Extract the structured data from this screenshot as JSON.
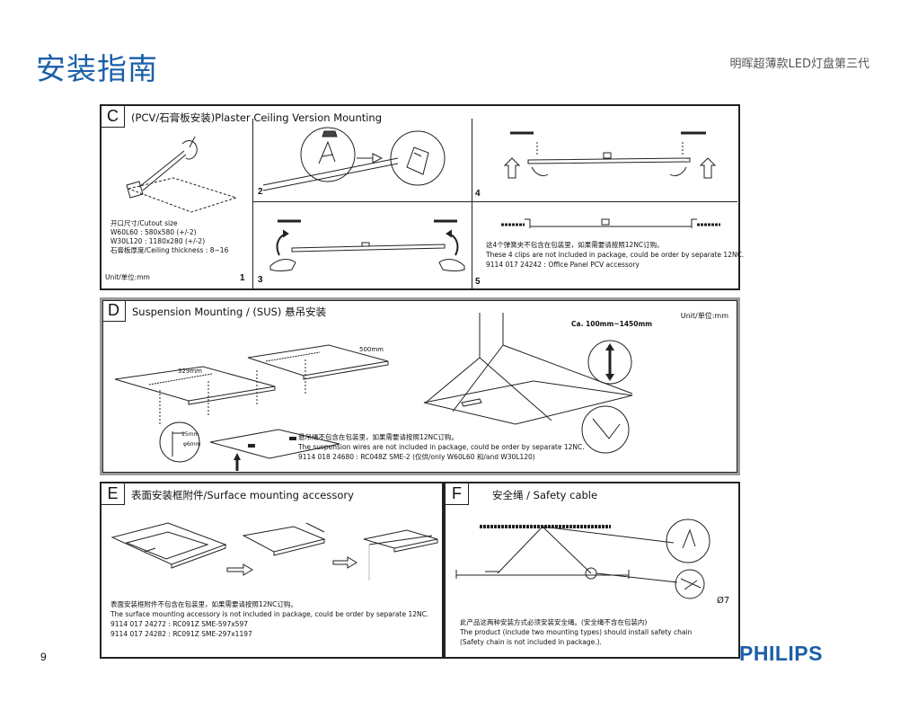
{
  "header": {
    "title": "安装指南",
    "product_name": "明晖超薄款LED灯盘第三代"
  },
  "footer": {
    "page_number": "9",
    "brand": "PHILIPS"
  },
  "panel_c": {
    "letter": "C",
    "title": "(PCV/石膏板安装)Plaster Ceiling Version Mounting",
    "steps": [
      "1",
      "2",
      "3",
      "4",
      "5"
    ],
    "cutout_lines": [
      "开口尺寸/Cutout size",
      "W60L60 : 580x580 (+/-2)",
      "W30L120 : 1180x280 (+/-2)",
      "石膏板厚度/Ceiling thickness : 8~16"
    ],
    "unit": "Unit/单位:mm",
    "clips_note": [
      "这4个弹簧夹不包含在包装里，如果需要请按照12NC订购。",
      "These 4 clips are not included in package, could be order by separate 12NC.",
      "9114 017 24242 : Office Panel PCV accessory"
    ]
  },
  "panel_d": {
    "letter": "D",
    "title": "Suspension Mounting / (SUS) 悬吊安装",
    "unit": "Unit/单位:mm",
    "dim_500": "500mm",
    "dim_329": "329mm",
    "dim_range": "Ca. 100mm~1450mm",
    "dim_15": "15mm",
    "dim_6": "φ6mm",
    "note": [
      "悬吊绳不包含在包装里，如果需要请按照12NC订购。",
      "The suspension wires are not included in package, could be order by separate 12NC.",
      "9114 018 24680 : RC048Z SME-2  (仅供/only W60L60 和/and W30L120)"
    ]
  },
  "panel_e": {
    "letter": "E",
    "title": "表面安装框附件/Surface mounting accessory",
    "note": [
      "表面安装框附件不包含在包装里，如果需要请按照12NC订购。",
      "The surface mounting accessory is not included in package, could be order by separate 12NC.",
      "9114 017 24272 : RC091Z SME-597x597",
      "9114 017 24282 : RC091Z SME-297x1197"
    ]
  },
  "panel_f": {
    "letter": "F",
    "title": "安全绳 / Safety cable",
    "diameter": "Ø7",
    "note": [
      "此产品这两种安装方式必须安装安全绳。(安全绳不含在包装内)",
      "The product (include two mounting types) should install safety chain",
      "(Safety chain is not included in package.)."
    ]
  },
  "colors": {
    "accent": "#1b5fa8",
    "line": "#222222",
    "panel_d_frame": "#999999"
  }
}
